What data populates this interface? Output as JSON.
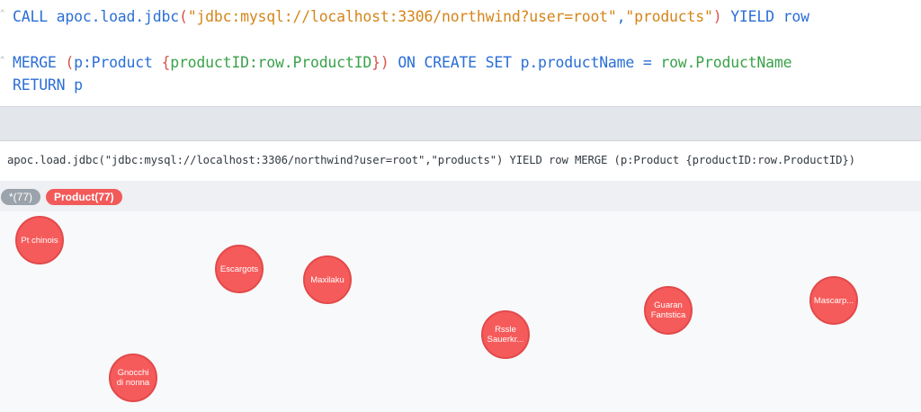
{
  "editor": {
    "line1": {
      "call": "CALL",
      "func": "apoc.load.jdbc",
      "open": "(",
      "arg1": "\"jdbc:mysql://localhost:3306/northwind?user=root\"",
      "comma": ",",
      "arg2": "\"products\"",
      "close": ")",
      "yield": "YIELD row"
    },
    "line2": {
      "merge": "MERGE",
      "open": "(",
      "pvar": "p:Product",
      "brace_open": "{",
      "prop": "productID:row.ProductID",
      "brace_close": "}",
      "close": ")",
      "on_create": "ON CREATE SET",
      "assign_left": "p.productName",
      "eq": "=",
      "assign_right": "row.ProductName"
    },
    "line3": {
      "ret": "RETURN",
      "pvar": "p"
    }
  },
  "result": {
    "query": "apoc.load.jdbc(\"jdbc:mysql://localhost:3306/northwind?user=root\",\"products\") YIELD row MERGE (p:Product {productID:row.ProductID})"
  },
  "labels": {
    "all": "*(77)",
    "product": "Product(77)"
  },
  "colors": {
    "node_fill": "#f65b5b",
    "keyword": "#2b6fd6",
    "string": "#d4851a",
    "property": "#3aa24a",
    "paren": "#d9534f"
  },
  "nodes": [
    {
      "label": "Pt chinois"
    },
    {
      "label": "Escargots"
    },
    {
      "label": "Maxilaku"
    },
    {
      "label": "Rssle Sauerkr..."
    },
    {
      "label": "Guaran Fantstica"
    },
    {
      "label": "Mascarp..."
    },
    {
      "label": "Gnocchi di nonna"
    }
  ]
}
